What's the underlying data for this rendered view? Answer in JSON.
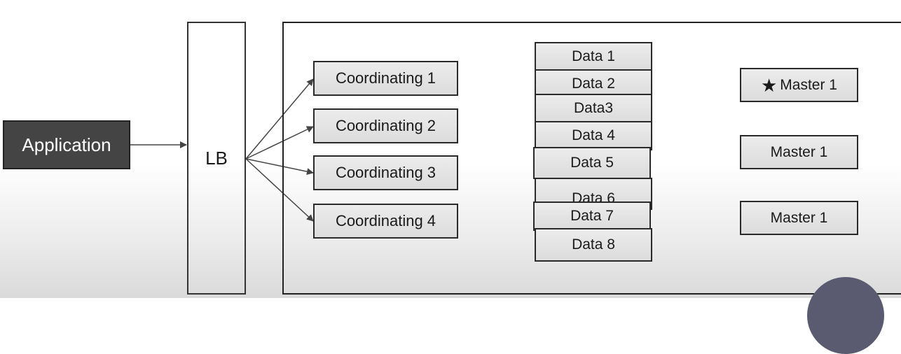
{
  "application": {
    "label": "Application"
  },
  "load_balancer": {
    "label": "LB"
  },
  "coordinating_nodes": [
    {
      "label": "Coordinating 1"
    },
    {
      "label": "Coordinating 2"
    },
    {
      "label": "Coordinating 3"
    },
    {
      "label": "Coordinating 4"
    }
  ],
  "data_nodes": [
    {
      "label": "Data 1"
    },
    {
      "label": "Data 2"
    },
    {
      "label": "Data3"
    },
    {
      "label": "Data 4"
    },
    {
      "label": "Data 5"
    },
    {
      "label": "Data 6"
    },
    {
      "label": "Data 7"
    },
    {
      "label": "Data 8"
    }
  ],
  "master_nodes": [
    {
      "label": "Master 1",
      "icon": "star-icon"
    },
    {
      "label": "Master 1"
    },
    {
      "label": "Master 1"
    }
  ],
  "colors": {
    "application_fill": "#444444",
    "node_fill": "#e4e4e4",
    "stroke": "#2a2a2a"
  }
}
